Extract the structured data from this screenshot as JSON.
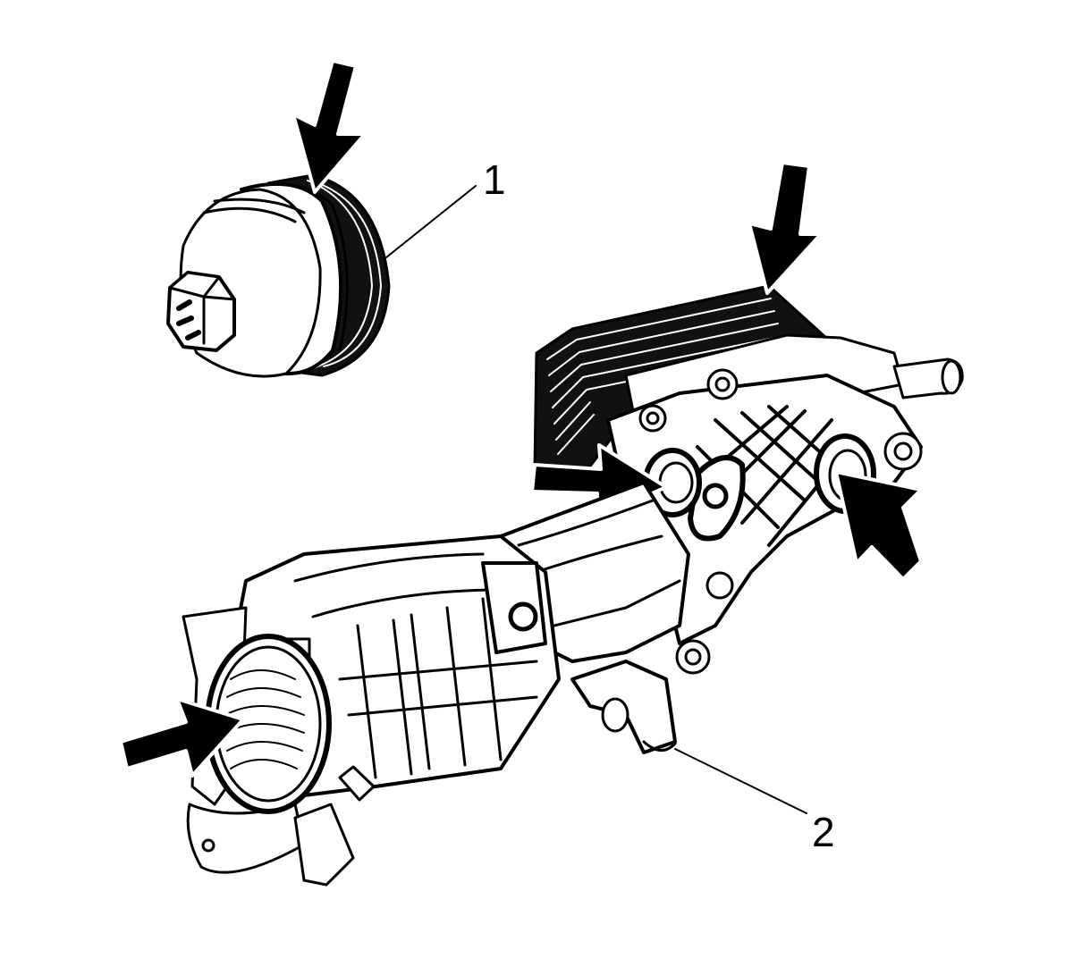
{
  "diagram": {
    "callouts": [
      {
        "number": "1"
      },
      {
        "number": "2"
      }
    ],
    "colors": {
      "ink": "#000000",
      "paper": "#ffffff"
    },
    "parts_depicted": [
      "oil-filter-cap",
      "oil-cooler-housing"
    ],
    "arrow_count": 5
  }
}
